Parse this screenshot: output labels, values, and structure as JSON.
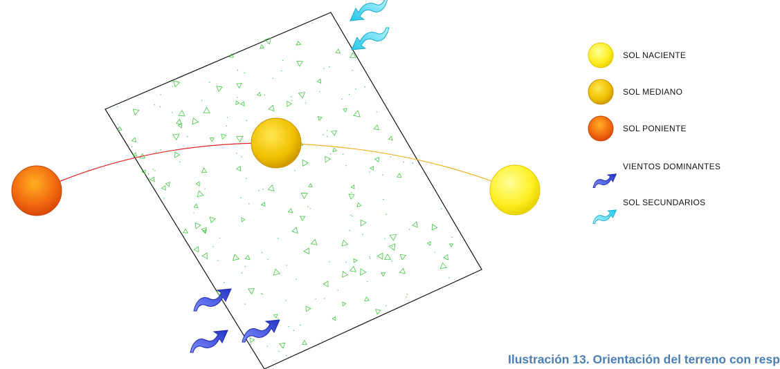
{
  "legend": {
    "sol_naciente": "SOL NACIENTE",
    "sol_mediano": "SOL MEDIANO",
    "sol_poniente": "SOL PONIENTE",
    "vientos_dominantes": "VIENTOS DOMINANTES",
    "sol_secundarios": "SOL SECUNDARIOS"
  },
  "caption": "Ilustración 13. Orientación del terreno con resp",
  "colors": {
    "sol_naciente": "#ffee22",
    "sol_mediano": "#f0c000",
    "sol_poniente": "#f26a10",
    "sun_path_west": "#e02020",
    "sun_path_east": "#f0b020",
    "vientos_dominantes": "#3a4fd8",
    "sol_secundarios": "#4fd6ee",
    "terrain_hatch": "#3ec83e",
    "caption": "#4a7fb5"
  }
}
